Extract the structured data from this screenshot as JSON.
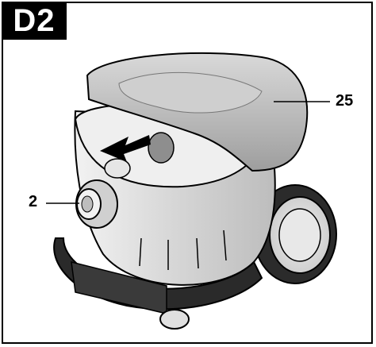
{
  "figure": {
    "id_label": "D2",
    "callouts": [
      {
        "number": "25"
      },
      {
        "number": "2"
      }
    ]
  },
  "colors": {
    "ink": "#000000",
    "body_light": "#e6e6e6",
    "body_mid": "#c8c8c8",
    "cover": "#bdbdbd",
    "dark": "#2a2a2a"
  },
  "icons": [
    "arrow-icon"
  ]
}
